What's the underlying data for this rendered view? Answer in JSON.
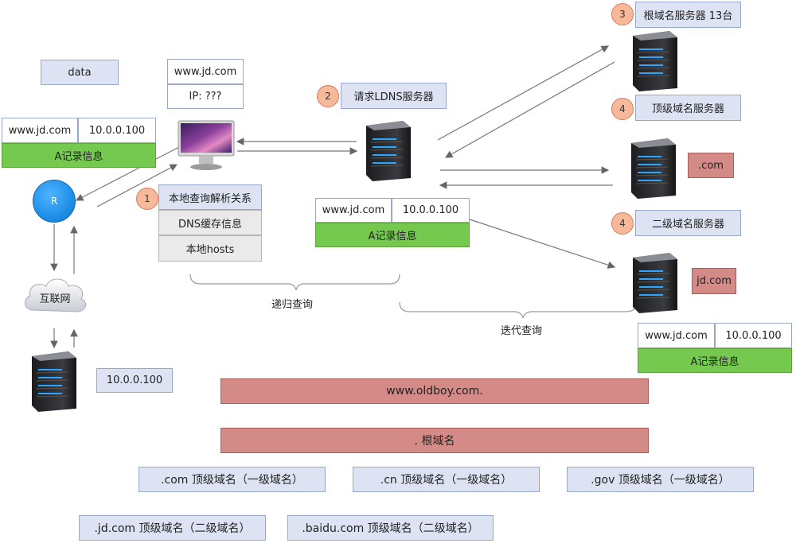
{
  "left": {
    "data_label": "data",
    "record": {
      "domain": "www.jd.com",
      "ip": "10.0.0.100",
      "label": "A记录信息"
    },
    "router_label": "R",
    "cloud_label": "互联网",
    "server_ip": "10.0.0.100"
  },
  "client": {
    "query_domain": "www.jd.com",
    "query_ip": "IP: ???",
    "step_num": "1",
    "step_items": [
      "本地查询解析关系",
      "DNS缓存信息",
      "本地hosts"
    ]
  },
  "ldns": {
    "step_num": "2",
    "label": "请求LDNS服务器",
    "record": {
      "domain": "www.jd.com",
      "ip": "10.0.0.100",
      "label": "A记录信息"
    }
  },
  "recursive_label": "递归查询",
  "iterative_label": "迭代查询",
  "right": {
    "root": {
      "num": "3",
      "label": "根域名服务器 13台"
    },
    "tld": {
      "num": "4",
      "label": "顶级域名服务器",
      "tag": ".com"
    },
    "sld": {
      "num": "4",
      "label": "二级域名服务器",
      "tag": "jd.com"
    },
    "record": {
      "domain": "www.jd.com",
      "ip": "10.0.0.100",
      "label": "A记录信息"
    }
  },
  "hierarchy": {
    "full": "www.oldboy.com.",
    "root": ".  根域名",
    "tlds": [
      ".com 顶级域名（一级域名）",
      ".cn 顶级域名（一级域名）",
      ".gov 顶级域名（一级域名）"
    ],
    "slds": [
      ".jd.com 顶级域名（二级域名）",
      ".baidu.com 顶级域名（二级域名）"
    ]
  },
  "colors": {
    "green": "#75c94f",
    "red": "#d48a86",
    "blue_box": "#dde3f3",
    "badge": "#f6b99a",
    "router": "#1e90e8"
  }
}
